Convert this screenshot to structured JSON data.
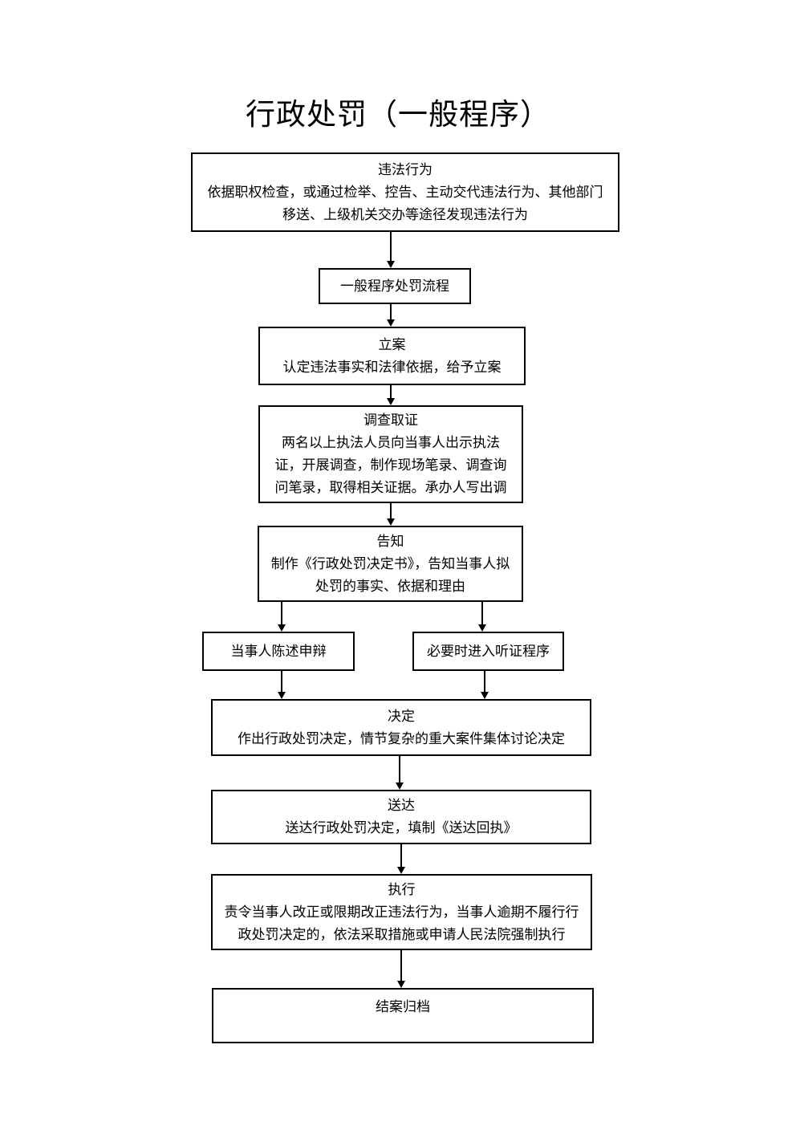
{
  "page": {
    "title": "行政处罚（一般程序）"
  },
  "nodes": [
    {
      "id": "illegal-act",
      "heading": "违法行为",
      "body": "依据职权检查，或通过检举、控告、主动交代违法行为、其他部门移送、上级机关交办等途径发现违法行为"
    },
    {
      "id": "general-procedure",
      "heading": "一般程序处罚流程",
      "body": ""
    },
    {
      "id": "case-filing",
      "heading": "立案",
      "body": "认定违法事实和法律依据，给予立案"
    },
    {
      "id": "investigation",
      "heading": "调查取证",
      "body": "两名以上执法人员向当事人出示执法证，开展调查，制作现场笔录、调查询问笔录，取得相关证据。承办人写出调"
    },
    {
      "id": "notification",
      "heading": "告知",
      "body": "制作《行政处罚决定书》，告知当事人拟处罚的事实、依据和理由"
    },
    {
      "id": "statement-defense",
      "heading": "当事人陈述申辩",
      "body": ""
    },
    {
      "id": "hearing",
      "heading": "必要时进入听证程序",
      "body": ""
    },
    {
      "id": "decision",
      "heading": "决定",
      "body": "作出行政处罚决定，情节复杂的重大案件集体讨论决定"
    },
    {
      "id": "delivery",
      "heading": "送达",
      "body": "送达行政处罚决定，填制《送达回执》"
    },
    {
      "id": "enforcement",
      "heading": "执行",
      "body": "责令当事人改正或限期改正违法行为，当事人逾期不履行行政处罚决定的，依法采取措施或申请人民法院强制执行"
    },
    {
      "id": "case-closure",
      "heading": "结案归档",
      "body": ""
    }
  ]
}
